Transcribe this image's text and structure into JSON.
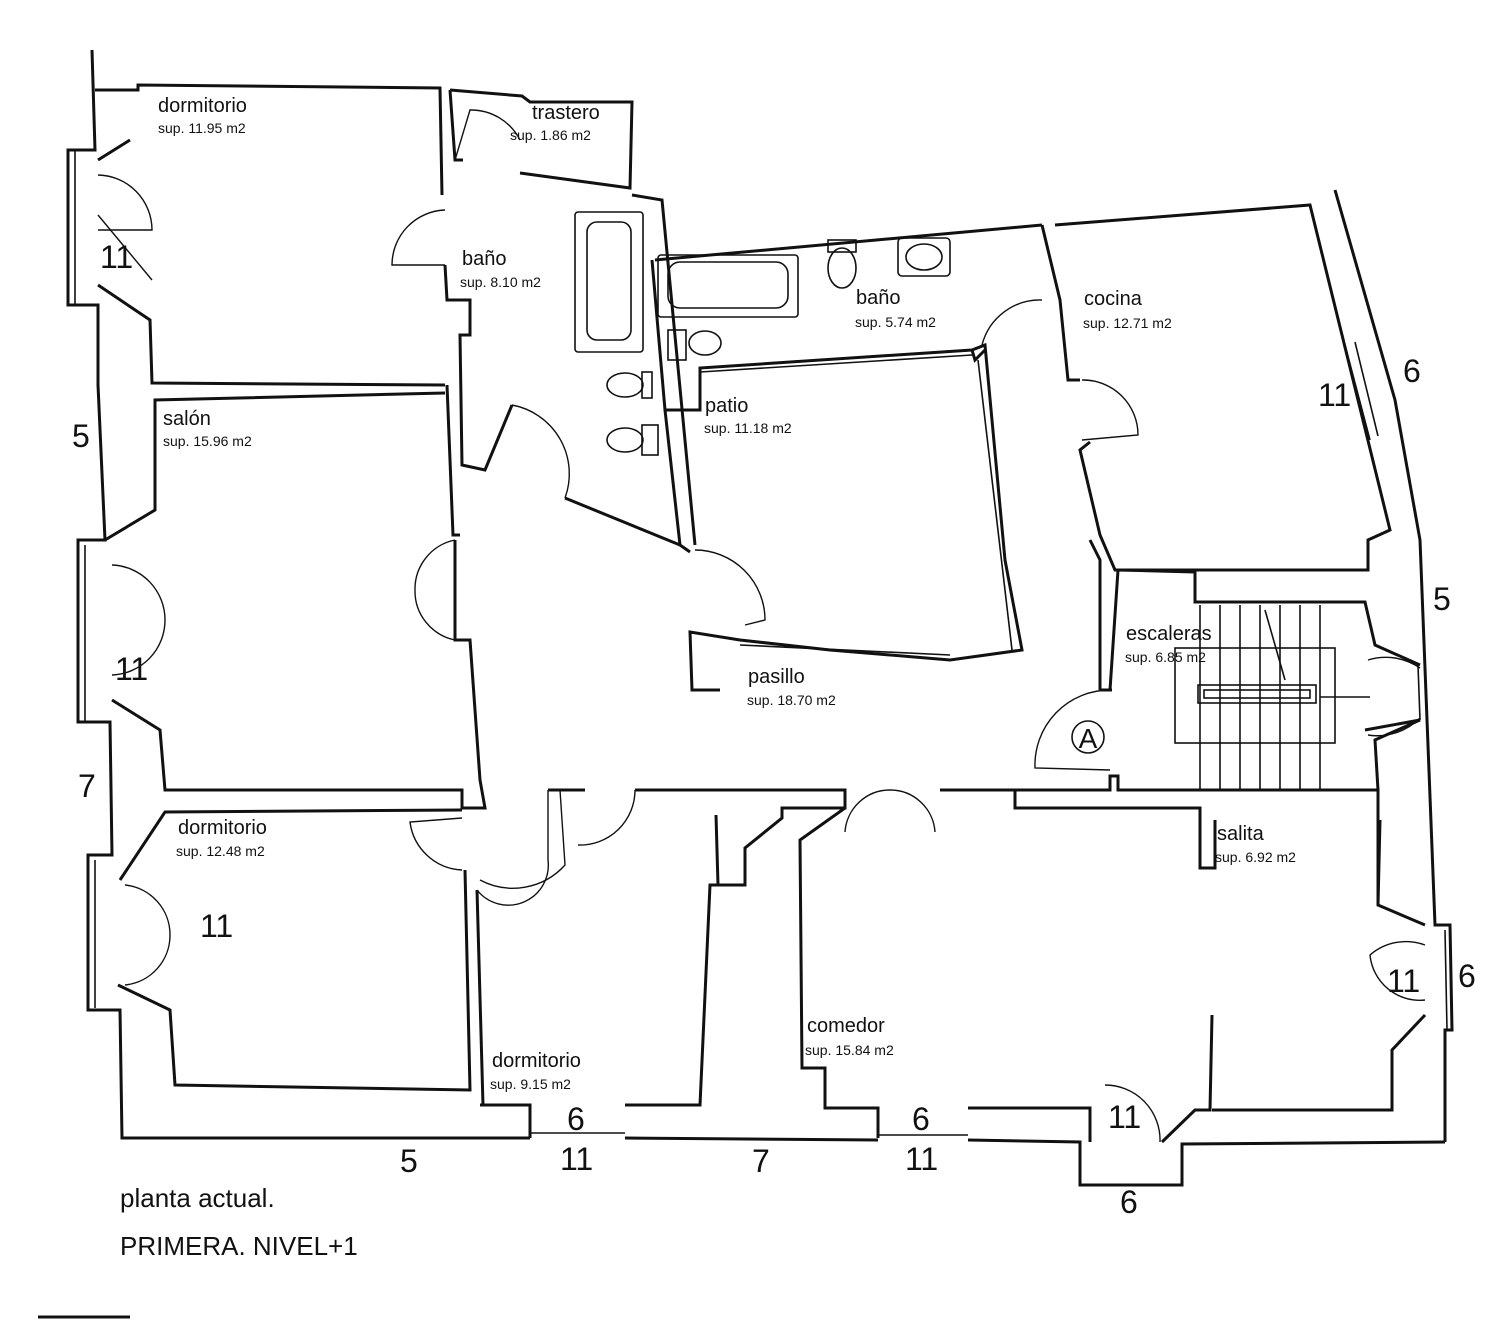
{
  "rooms": {
    "dormitorio_1": {
      "name": "dormitorio",
      "area": "sup. 11.95 m2"
    },
    "trastero": {
      "name": "trastero",
      "area": "sup. 1.86 m2"
    },
    "bano_1": {
      "name": "baño",
      "area": "sup. 8.10 m2"
    },
    "bano_2": {
      "name": "baño",
      "area": "sup. 5.74 m2"
    },
    "cocina": {
      "name": "cocina",
      "area": "sup. 12.71 m2"
    },
    "salon": {
      "name": "salón",
      "area": "sup. 15.96 m2"
    },
    "patio": {
      "name": "patio",
      "area": "sup. 11.18 m2"
    },
    "escaleras": {
      "name": "escaleras",
      "area": "sup. 6.85 m2"
    },
    "pasillo": {
      "name": "pasillo",
      "area": "sup. 18.70 m2"
    },
    "dormitorio_2": {
      "name": "dormitorio",
      "area": "sup. 12.48 m2"
    },
    "salita": {
      "name": "salita",
      "area": "sup. 6.92 m2"
    },
    "comedor": {
      "name": "comedor",
      "area": "sup. 15.84 m2"
    },
    "dormitorio_3": {
      "name": "dormitorio",
      "area": "sup. 9.15 m2"
    }
  },
  "dimensions": {
    "left_dormitorio_11": "11",
    "left_5": "5",
    "left_salon_11": "11",
    "left_7": "7",
    "dormitorio2_11": "11",
    "cocina_11": "11",
    "right_6_top": "6",
    "right_5": "5",
    "salita_11": "11",
    "right_6_bottom": "6",
    "bottom_5": "5",
    "bottom_dorm3_6": "6",
    "bottom_dorm3_11": "11",
    "bottom_7": "7",
    "bottom_comedor_6": "6",
    "bottom_comedor_11": "11",
    "bottom_door_11": "11",
    "bottom_door_6": "6"
  },
  "entrance_marker": "A",
  "caption": {
    "line1": "planta actual.",
    "line2": "PRIMERA. NIVEL+1"
  }
}
